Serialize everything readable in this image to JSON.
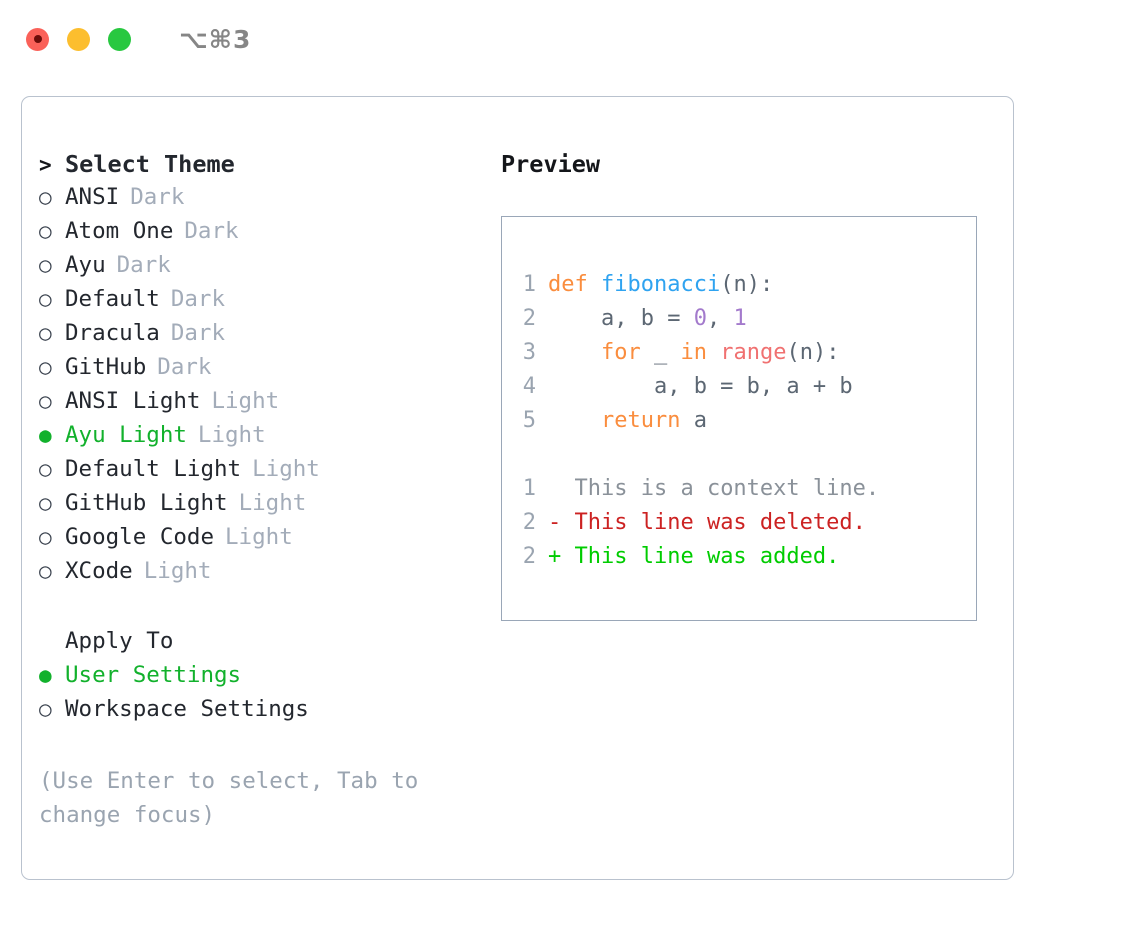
{
  "titlebar": {
    "lights": [
      {
        "name": "close-button",
        "color": "#fa6159",
        "recording": true
      },
      {
        "name": "minimize-button",
        "color": "#fcbe2e",
        "recording": false
      },
      {
        "name": "maximize-button",
        "color": "#28c840",
        "recording": false
      }
    ],
    "shortcut": "⌥⌘3"
  },
  "left": {
    "heading": {
      "marker": ">",
      "label": "Select Theme"
    },
    "themes": [
      {
        "marker": "○",
        "label": "ANSI",
        "variant": "Dark",
        "selected": false
      },
      {
        "marker": "○",
        "label": "Atom One",
        "variant": "Dark",
        "selected": false
      },
      {
        "marker": "○",
        "label": "Ayu",
        "variant": "Dark",
        "selected": false
      },
      {
        "marker": "○",
        "label": "Default",
        "variant": "Dark",
        "selected": false
      },
      {
        "marker": "○",
        "label": "Dracula",
        "variant": "Dark",
        "selected": false
      },
      {
        "marker": "○",
        "label": "GitHub",
        "variant": "Dark",
        "selected": false
      },
      {
        "marker": "○",
        "label": "ANSI Light",
        "variant": "Light",
        "selected": false
      },
      {
        "marker": "●",
        "label": "Ayu Light",
        "variant": "Light",
        "selected": true
      },
      {
        "marker": "○",
        "label": "Default Light",
        "variant": "Light",
        "selected": false
      },
      {
        "marker": "○",
        "label": "GitHub Light",
        "variant": "Light",
        "selected": false
      },
      {
        "marker": "○",
        "label": "Google Code",
        "variant": "Light",
        "selected": false
      },
      {
        "marker": "○",
        "label": "XCode",
        "variant": "Light",
        "selected": false
      }
    ],
    "apply_to": {
      "heading": "Apply To",
      "options": [
        {
          "marker": "●",
          "label": "User Settings",
          "selected": true
        },
        {
          "marker": "○",
          "label": "Workspace Settings",
          "selected": false
        }
      ]
    },
    "hint_line1": "(Use Enter to select, Tab to",
    "hint_line2": "change focus)"
  },
  "right": {
    "preview_title": "Preview",
    "code_lines": [
      {
        "no": "1",
        "tokens": [
          {
            "t": "def",
            "c": "kw"
          },
          {
            "t": " ",
            "c": "pl"
          },
          {
            "t": "fibonacci",
            "c": "fn"
          },
          {
            "t": "(n):",
            "c": "pl"
          }
        ]
      },
      {
        "no": "2",
        "tokens": [
          {
            "t": "    a, b = ",
            "c": "pl"
          },
          {
            "t": "0",
            "c": "num"
          },
          {
            "t": ", ",
            "c": "pl"
          },
          {
            "t": "1",
            "c": "num"
          }
        ]
      },
      {
        "no": "3",
        "tokens": [
          {
            "t": "    ",
            "c": "pl"
          },
          {
            "t": "for",
            "c": "kw"
          },
          {
            "t": " _ ",
            "c": "pl"
          },
          {
            "t": "in",
            "c": "kw"
          },
          {
            "t": " ",
            "c": "pl"
          },
          {
            "t": "range",
            "c": "bi"
          },
          {
            "t": "(n):",
            "c": "pl"
          }
        ]
      },
      {
        "no": "4",
        "tokens": [
          {
            "t": "        a, b = b, a + b",
            "c": "pl"
          }
        ]
      },
      {
        "no": "5",
        "tokens": [
          {
            "t": "    ",
            "c": "pl"
          },
          {
            "t": "return",
            "c": "kw"
          },
          {
            "t": " a",
            "c": "pl"
          }
        ]
      }
    ],
    "diff_lines": [
      {
        "no": "1",
        "sign": " ",
        "text": " This is a context line.",
        "kind": "diff-ctx"
      },
      {
        "no": "2",
        "sign": "-",
        "text": " This line was deleted.",
        "kind": "diff-del"
      },
      {
        "no": "2",
        "sign": "+",
        "text": " This line was added.",
        "kind": "diff-add"
      }
    ]
  },
  "colors": {
    "accent_green": "#12b12c",
    "keyword_orange": "#fa8d3e",
    "function_blue": "#2fa3f0",
    "builtin_red": "#f07171",
    "number_purple": "#a37acc",
    "plain_text": "#5c6773",
    "muted_gray": "#a3acb9",
    "diff_deleted": "#cc2222",
    "diff_added": "#00cc00",
    "panel_border": "#9aa7b8",
    "card_border": "#b9c2ce"
  }
}
